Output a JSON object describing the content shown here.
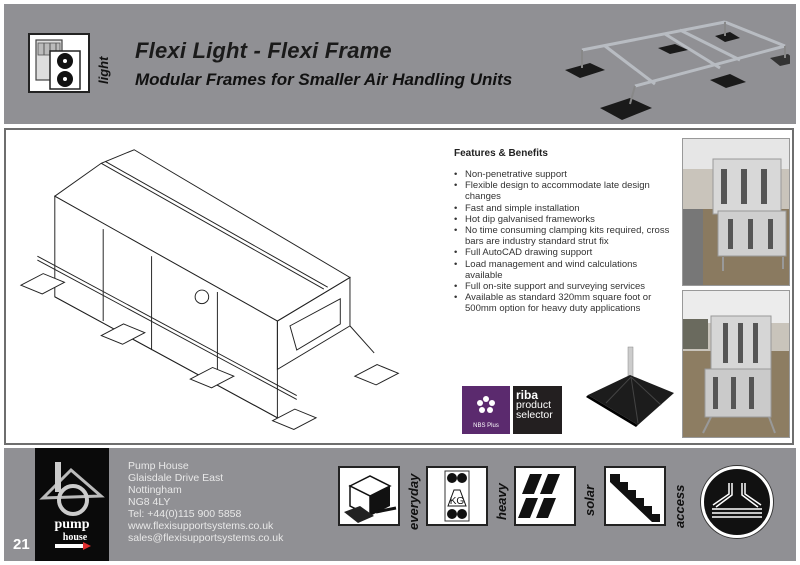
{
  "header": {
    "title": "Flexi Light - Flexi Frame",
    "subtitle": "Modular Frames for Smaller Air Handling Units",
    "category_icon": "air-handling-unit-icon",
    "category_label": "light"
  },
  "features": {
    "heading": "Features & Benefits",
    "items": [
      "Non-penetrative support",
      "Flexible design to accommodate late design changes",
      "Fast and simple installation",
      "Hot dip galvanised frameworks",
      "No time consuming clamping kits required, cross bars are industry standard strut fix",
      "Full AutoCAD drawing support",
      "Load management and wind calculations available",
      "Full on-site support and surveying services",
      "Available as standard 320mm square foot or 500mm option for heavy duty applications"
    ]
  },
  "badges": {
    "nbs": "NBS Plus",
    "riba_line1": "riba",
    "riba_line2": "product",
    "riba_line3": "selector"
  },
  "footer": {
    "page_number": "21",
    "logo_line1": "pump",
    "logo_line2": "house",
    "address_lines": [
      "Pump House",
      "Glaisdale Drive East",
      "Nottingham",
      "NG8 4LY",
      "Tel: +44(0)115 900 5858",
      "www.flexisupportsystems.co.uk",
      "sales@flexisupportsystems.co.uk"
    ],
    "ranges": [
      {
        "label": "everyday",
        "icon": "everyday-frame-icon"
      },
      {
        "label": "heavy",
        "icon": "heavy-kg-icon"
      },
      {
        "label": "solar",
        "icon": "solar-panel-icon"
      },
      {
        "label": "access",
        "icon": "stairs-icon"
      }
    ],
    "brand_icon": "flexi-brand-icon"
  },
  "colors": {
    "band_gray": "#909094",
    "nbs_purple": "#5b2a6e",
    "riba_black": "#231f20"
  }
}
